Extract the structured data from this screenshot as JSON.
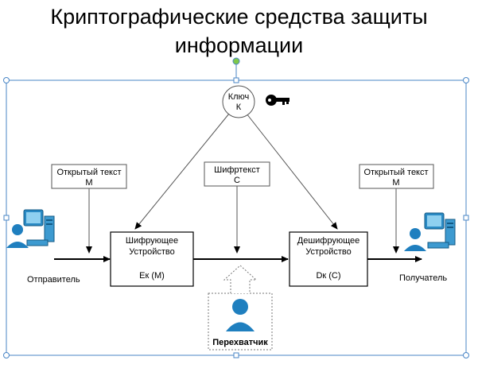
{
  "title": {
    "line1": "Криптографические средства защиты",
    "line2": "информации"
  },
  "key": {
    "line1": "Ключ",
    "line2": "К"
  },
  "plaintext_in": {
    "line1": "Открытый текст",
    "line2": "М"
  },
  "ciphertext": {
    "line1": "Шифртекст",
    "line2": "С"
  },
  "plaintext_out": {
    "line1": "Открытый текст",
    "line2": "М"
  },
  "encryptor": {
    "line1": "Шифрующее",
    "line2": "Устройство",
    "formula": "Ек (М)"
  },
  "decryptor": {
    "line1": "Дешифрующее",
    "line2": "Устройство",
    "formula": "Dк (С)"
  },
  "sender": {
    "label": "Отправитель"
  },
  "receiver": {
    "label": "Получатель"
  },
  "interceptor": {
    "label": "Перехватчик"
  },
  "colors": {
    "accent_blue": "#1f7fbf",
    "handle_green": "#7ec84a",
    "selection_blue": "#4a86c6"
  }
}
